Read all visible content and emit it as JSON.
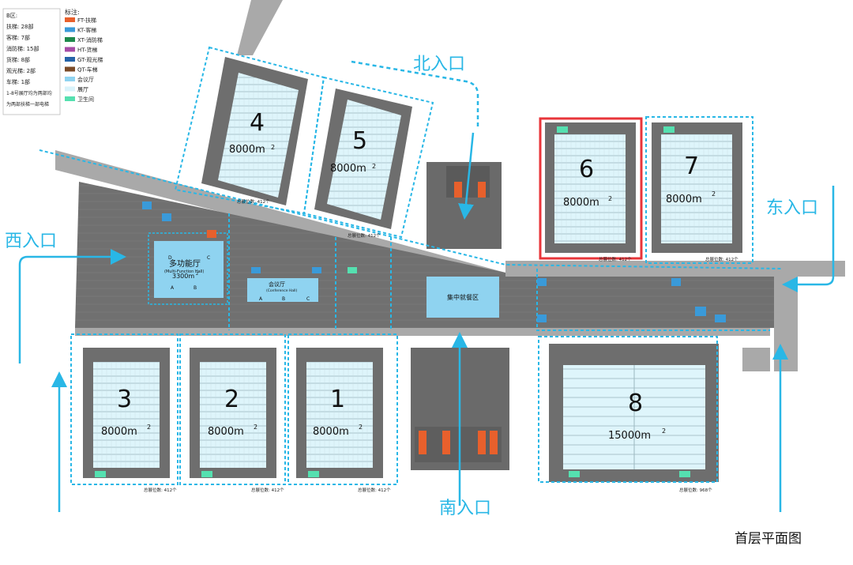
{
  "stats": {
    "title": "B区:",
    "lines": [
      "扶梯: 28部",
      "客梯: 7部",
      "消防梯: 15部",
      "货梯: 8部",
      "观光梯: 2部",
      "车梯: 1部",
      "1-8号展厅均为两部均",
      "为两部扶梯一部电梯"
    ]
  },
  "legend": {
    "title": "标注:",
    "items": [
      {
        "label": "FT-扶梯",
        "color": "#e8602c"
      },
      {
        "label": "KT-客梯",
        "color": "#3a9ad9"
      },
      {
        "label": "XT-消防梯",
        "color": "#1f8a4c"
      },
      {
        "label": "HT-货梯",
        "color": "#a64ca6"
      },
      {
        "label": "GT-观光梯",
        "color": "#2563a8"
      },
      {
        "label": "QT-车梯",
        "color": "#7a4a26"
      },
      {
        "label": "会议厅",
        "color": "#8fd3f0"
      },
      {
        "label": "展厅",
        "color": "#d9f3fb"
      },
      {
        "label": "卫生间",
        "color": "#55e0b0"
      }
    ]
  },
  "entrances": {
    "north": "北入口",
    "east": "东入口",
    "west": "西入口",
    "south": "南入口"
  },
  "halls": [
    {
      "number": "4",
      "area": "8000m",
      "sup": "2"
    },
    {
      "number": "5",
      "area": "8000m",
      "sup": "2"
    },
    {
      "number": "6",
      "area": "8000m",
      "sup": "2"
    },
    {
      "number": "7",
      "area": "8000m",
      "sup": "2"
    },
    {
      "number": "3",
      "area": "8000m",
      "sup": "2"
    },
    {
      "number": "2",
      "area": "8000m",
      "sup": "2"
    },
    {
      "number": "1",
      "area": "8000m",
      "sup": "2"
    },
    {
      "number": "8",
      "area": "15000m",
      "sup": "2"
    }
  ],
  "booths": {
    "h4": "总展位数: 412个",
    "h5": "总展位数: 412个",
    "h6": "总展位数: 412个",
    "h7": "总展位数: 412个",
    "h3": "总展位数: 412个",
    "h2": "总展位数: 412个",
    "h1": "总展位数: 412个",
    "h8": "总展位数: 968个"
  },
  "multi_hall": {
    "name": "多功能厅",
    "en": "(Multi-Function Hall)",
    "area": "3300m",
    "sup": "2",
    "a": "A",
    "b": "B",
    "c": "C",
    "d": "D"
  },
  "conf_hall": {
    "name": "会议厅",
    "en": "(Conference Hall)",
    "a": "A",
    "b": "B",
    "c": "C"
  },
  "dining": "集中就餐区",
  "plan_title": "首层平面图",
  "colors": {
    "accent": "#29b7e6",
    "highlight": "#e8353a",
    "road": "#a9a9a9",
    "building": "#6b6b6b",
    "hall": "#dff5fb"
  }
}
